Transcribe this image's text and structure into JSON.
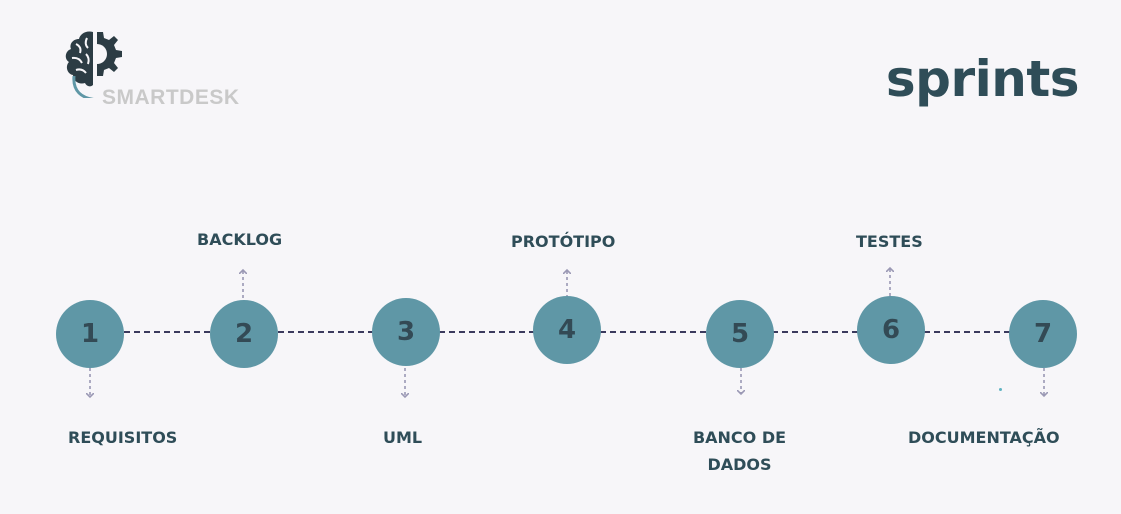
{
  "brand": {
    "name": "SMARTDESK"
  },
  "title": "sprints",
  "steps": [
    {
      "number": "1",
      "label": "REQUISITOS"
    },
    {
      "number": "2",
      "label": "BACKLOG"
    },
    {
      "number": "3",
      "label": "UML"
    },
    {
      "number": "4",
      "label": "PROTÓTIPO"
    },
    {
      "number": "5",
      "label": "BANCO DE DADOS"
    },
    {
      "number": "6",
      "label": "TESTES"
    },
    {
      "number": "7",
      "label": "DOCUMENTAÇÃO"
    }
  ],
  "colors": {
    "background": "#f7f6f9",
    "node": "#5f97a6",
    "node_text": "#334a55",
    "text": "#2f4d58",
    "connector": "#3b3a5e",
    "arrow": "#9a98b4"
  }
}
